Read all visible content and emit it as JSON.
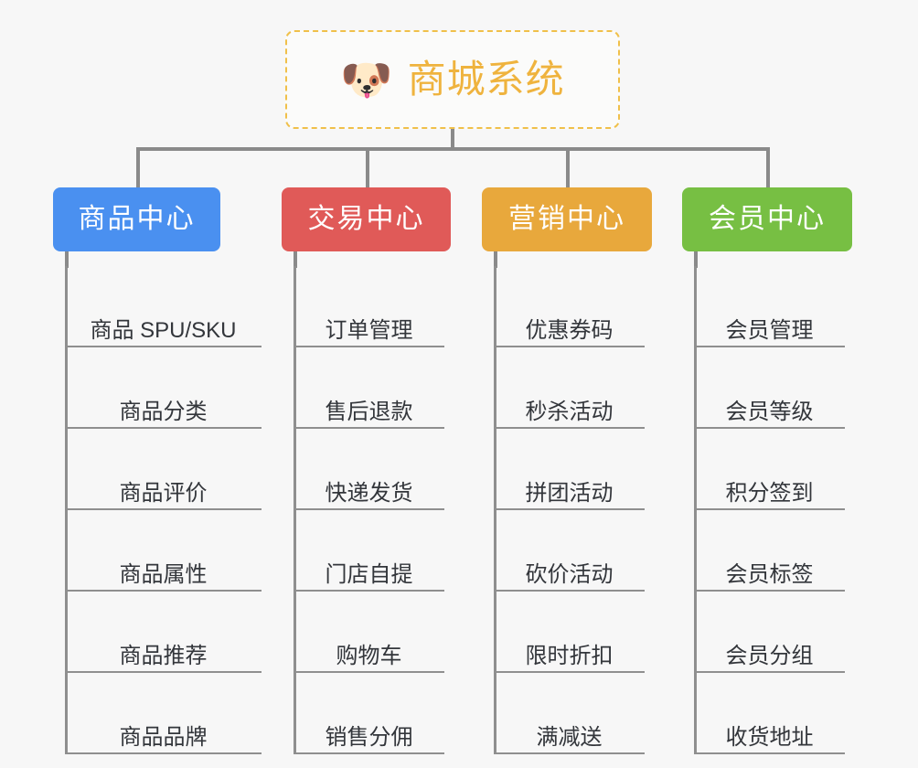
{
  "canvas": {
    "background": "#f7f7f7",
    "connector_color": "#8a8a8a"
  },
  "root": {
    "icon": "shiba-dog-face-icon",
    "icon_glyph": "🐶",
    "title": "商城系统",
    "title_color": "#efb33e",
    "border_color": "#f0c04a",
    "border_style": "dashed",
    "background": "#fbfbfa"
  },
  "branches": [
    {
      "id": "product-center",
      "label": "商品中心",
      "color": "#4a90f0",
      "text_color": "#ffffff",
      "leaves": [
        "商品 SPU/SKU",
        "商品分类",
        "商品评价",
        "商品属性",
        "商品推荐",
        "商品品牌"
      ]
    },
    {
      "id": "trade-center",
      "label": "交易中心",
      "color": "#e05a58",
      "text_color": "#ffffff",
      "leaves": [
        "订单管理",
        "售后退款",
        "快递发货",
        "门店自提",
        "购物车",
        "销售分佣"
      ]
    },
    {
      "id": "marketing-center",
      "label": "营销中心",
      "color": "#e8a83c",
      "text_color": "#ffffff",
      "leaves": [
        "优惠券码",
        "秒杀活动",
        "拼团活动",
        "砍价活动",
        "限时折扣",
        "满减送"
      ]
    },
    {
      "id": "member-center",
      "label": "会员中心",
      "color": "#77bf43",
      "text_color": "#ffffff",
      "leaves": [
        "会员管理",
        "会员等级",
        "积分签到",
        "会员标签",
        "会员分组",
        "收货地址"
      ]
    }
  ]
}
